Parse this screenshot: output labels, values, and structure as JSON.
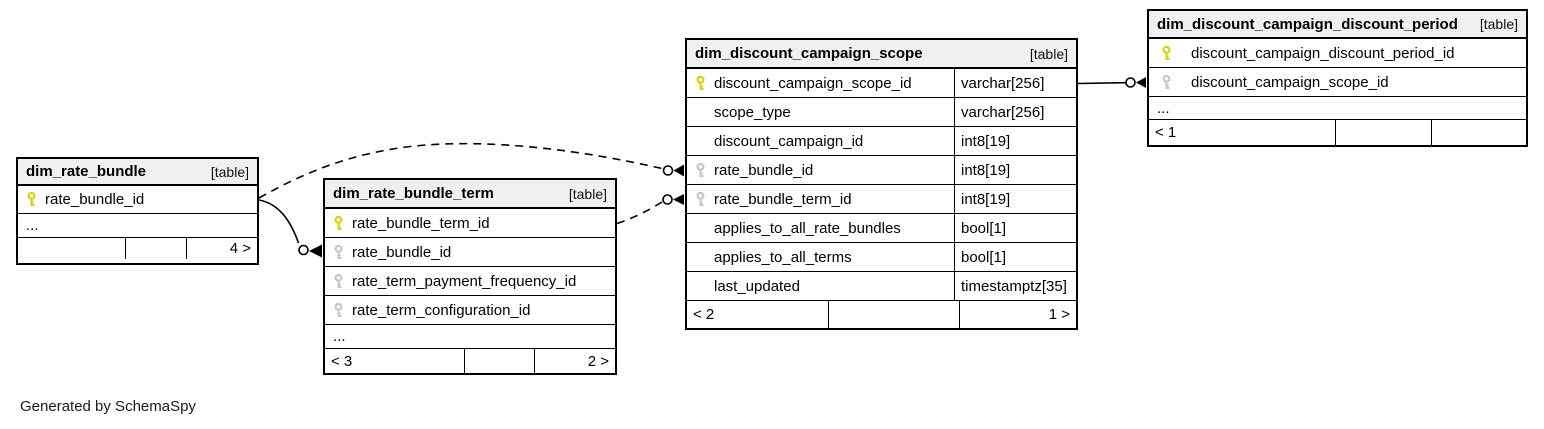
{
  "footer_note": "Generated by SchemaSpy",
  "colors": {
    "primary_key_icon": "#d2d204",
    "foreign_key_icon": "#c6c6c6",
    "header_background": "#f0f0f0",
    "border": "#000000",
    "background": "#ffffff"
  },
  "tables": [
    {
      "name": "dim_rate_bundle",
      "badge": "[table]",
      "columns": [
        {
          "name": "rate_bundle_id",
          "key": "pk",
          "type": ""
        }
      ],
      "more": "...",
      "footer": [
        "",
        "",
        "4 >"
      ]
    },
    {
      "name": "dim_rate_bundle_term",
      "badge": "[table]",
      "columns": [
        {
          "name": "rate_bundle_term_id",
          "key": "pk",
          "type": ""
        },
        {
          "name": "rate_bundle_id",
          "key": "fk",
          "type": ""
        },
        {
          "name": "rate_term_payment_frequency_id",
          "key": "fk",
          "type": ""
        },
        {
          "name": "rate_term_configuration_id",
          "key": "fk",
          "type": ""
        }
      ],
      "more": "...",
      "footer": [
        "< 3",
        "",
        "2 >"
      ]
    },
    {
      "name": "dim_discount_campaign_scope",
      "badge": "[table]",
      "columns": [
        {
          "name": "discount_campaign_scope_id",
          "key": "pk",
          "type": "varchar[256]"
        },
        {
          "name": "scope_type",
          "key": "",
          "type": "varchar[256]"
        },
        {
          "name": "discount_campaign_id",
          "key": "",
          "type": "int8[19]"
        },
        {
          "name": "rate_bundle_id",
          "key": "fk",
          "type": "int8[19]"
        },
        {
          "name": "rate_bundle_term_id",
          "key": "fk",
          "type": "int8[19]"
        },
        {
          "name": "applies_to_all_rate_bundles",
          "key": "",
          "type": "bool[1]"
        },
        {
          "name": "applies_to_all_terms",
          "key": "",
          "type": "bool[1]"
        },
        {
          "name": "last_updated",
          "key": "",
          "type": "timestamptz[35]"
        }
      ],
      "more": "",
      "footer": [
        "< 2",
        "",
        "1 >"
      ]
    },
    {
      "name": "dim_discount_campaign_discount_period",
      "badge": "[table]",
      "columns": [
        {
          "name": "discount_campaign_discount_period_id",
          "key": "pk",
          "type": ""
        },
        {
          "name": "discount_campaign_scope_id",
          "key": "fk",
          "type": ""
        }
      ],
      "more": "...",
      "footer": [
        "< 1",
        "",
        ""
      ]
    }
  ],
  "relationships": [
    {
      "from": "dim_rate_bundle.rate_bundle_id",
      "to": "dim_rate_bundle_term.rate_bundle_id",
      "style": "solid",
      "end": "zero-or-many"
    },
    {
      "from": "dim_rate_bundle.rate_bundle_id",
      "to": "dim_discount_campaign_scope.rate_bundle_id",
      "style": "dashed",
      "end": "zero-or-many"
    },
    {
      "from": "dim_rate_bundle_term.rate_bundle_term_id",
      "to": "dim_discount_campaign_scope.rate_bundle_term_id",
      "style": "dashed",
      "end": "zero-or-many"
    },
    {
      "from": "dim_discount_campaign_scope.discount_campaign_scope_id",
      "to": "dim_discount_campaign_discount_period.discount_campaign_scope_id",
      "style": "solid",
      "end": "zero-or-many"
    }
  ]
}
